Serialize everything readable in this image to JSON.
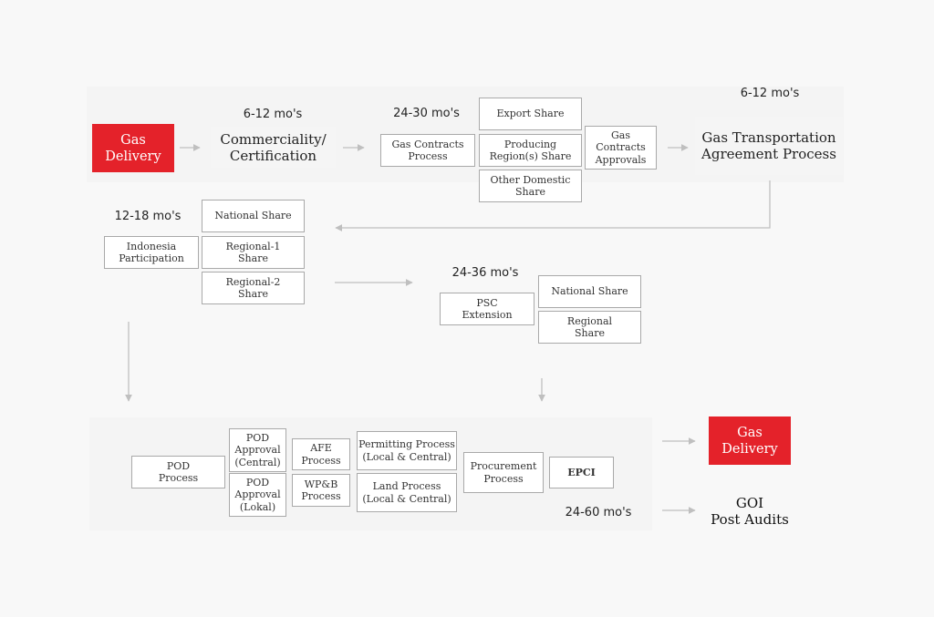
{
  "colors": {
    "accent": "#e4222a",
    "arrow": "#bfbfbf",
    "border": "#a9a9a9"
  },
  "stage1": {
    "gas_delivery": "Gas\nDelivery",
    "commerciality_duration": "6-12 mo's",
    "commerciality": "Commerciality/\nCertification",
    "contracts_duration": "24-30 mo's",
    "gas_contracts_process": "Gas Contracts\nProcess",
    "export_share": "Export Share",
    "producing_share": "Producing\nRegion(s) Share",
    "other_domestic_share": "Other Domestic\nShare",
    "gas_contracts_approvals": "Gas\nContracts\nApprovals",
    "transport_duration": "6-12 mo's",
    "gas_transport": "Gas Transportation\nAgreement Process"
  },
  "stage2": {
    "participation_duration": "12-18 mo's",
    "indonesia_participation": "Indonesia\nParticipation",
    "national_share": "National Share",
    "regional1_share": "Regional-1\nShare",
    "regional2_share": "Regional-2\nShare",
    "psc_duration": "24-36 mo's",
    "psc_extension": "PSC\nExtension",
    "psc_national_share": "National Share",
    "psc_regional_share": "Regional\nShare"
  },
  "stage3": {
    "pod_process": "POD\nProcess",
    "pod_approval_central": "POD\nApproval\n(Central)",
    "pod_approval_lokal": "POD\nApproval\n(Lokal)",
    "afe_process": "AFE\nProcess",
    "wpb_process": "WP&B\nProcess",
    "permitting_process": "Permitting Process\n(Local & Central)",
    "land_process": "Land Process\n(Local & Central)",
    "procurement_process": "Procurement\nProcess",
    "epci": "EPCI",
    "final_duration": "24-60 mo's",
    "final_gas_delivery": "Gas\nDelivery",
    "goi_post_audits": "GOI\nPost Audits"
  }
}
